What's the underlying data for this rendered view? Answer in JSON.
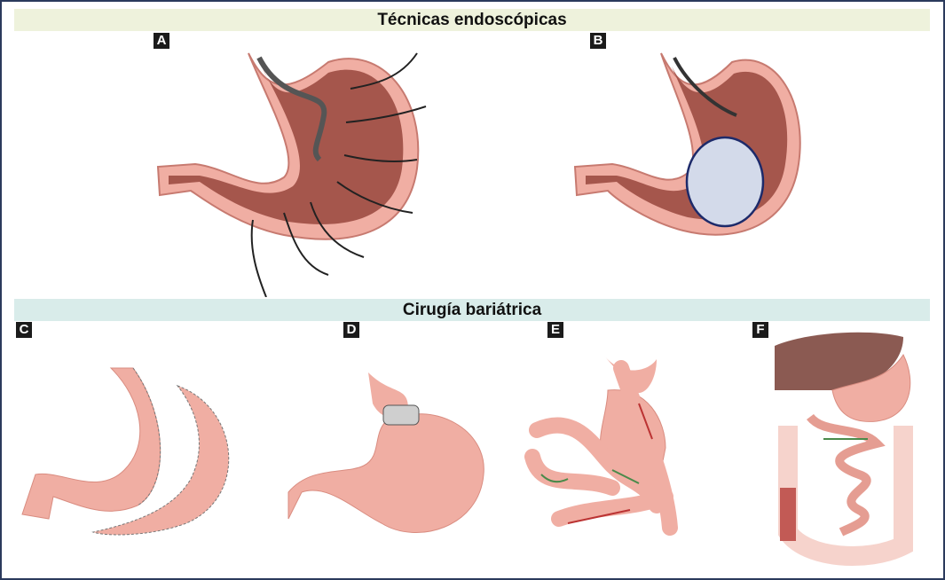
{
  "sections": {
    "endoscopic": {
      "title": "Técnicas endoscópicas",
      "panels": [
        "A",
        "B"
      ]
    },
    "bariatric": {
      "title": "Cirugía bariátrica",
      "panels": [
        "C",
        "D",
        "E",
        "F"
      ]
    }
  },
  "colors": {
    "band_endoscopic": "#eef2dc",
    "band_bariatric": "#d9ecea",
    "stomach_inner": "#a5564c",
    "stomach_outer": "#f1b0a5",
    "balloon": "#d3daea",
    "liver": "#8b5a52"
  }
}
